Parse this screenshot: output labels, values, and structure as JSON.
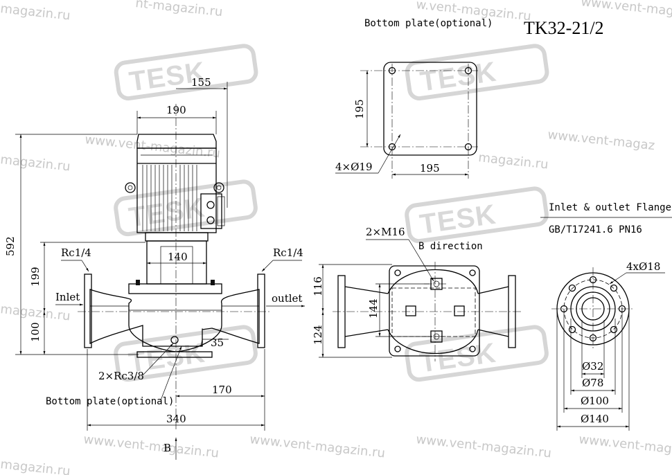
{
  "title": "TK32-21/2",
  "watermark": {
    "logo_text": "TESK",
    "site_text": "www.vent-magazin.ru",
    "site_fragments": [
      "magazin.ru",
      "nt-magazin.ru",
      "w.vent-magazin.ru",
      "www.vent-magaz",
      "magazin.ru",
      "www.vent-magazin.ru",
      "magazin.ru",
      "www.vent-magaz",
      "magazin.ru",
      "www.vent-magazin.ru",
      "www.vent-magazin.ru",
      "www.vent-magazin.ru",
      "www.vent-magazin.ru",
      "magazin.ru"
    ],
    "color": "#c8c8c8"
  },
  "front_view": {
    "dim_motor_offset": "155",
    "dim_motor_width": "190",
    "dim_total_height": "592",
    "dim_upper_height": "199",
    "dim_lower_height": "100",
    "dim_body_width": "140",
    "dim_foot": "35",
    "dim_half_length": "170",
    "dim_length": "340",
    "label_rc_left": "Rc1/4",
    "label_rc_right": "Rc1/4",
    "label_inlet": "Inlet",
    "label_outlet": "outlet",
    "label_drain": "2×Rc3/8",
    "label_bottom_plate": "Bottom plate(optional)",
    "label_b": "B"
  },
  "plate_view": {
    "heading": "Bottom plate(optional)",
    "dim_height": "195",
    "dim_width": "195",
    "label_holes": "4×Ø19"
  },
  "b_view": {
    "label_bolts": "2×M16",
    "label_direction": "B direction",
    "dim_upper": "116",
    "dim_mid": "144",
    "dim_lower": "124"
  },
  "flange_view": {
    "heading": "Inlet & outlet Flange",
    "standard": "GB/T17241.6  PN16",
    "label_holes": "4xØ18",
    "dim_d1": "Ø32",
    "dim_d2": "Ø78",
    "dim_d3": "Ø100",
    "dim_d4": "Ø140"
  }
}
